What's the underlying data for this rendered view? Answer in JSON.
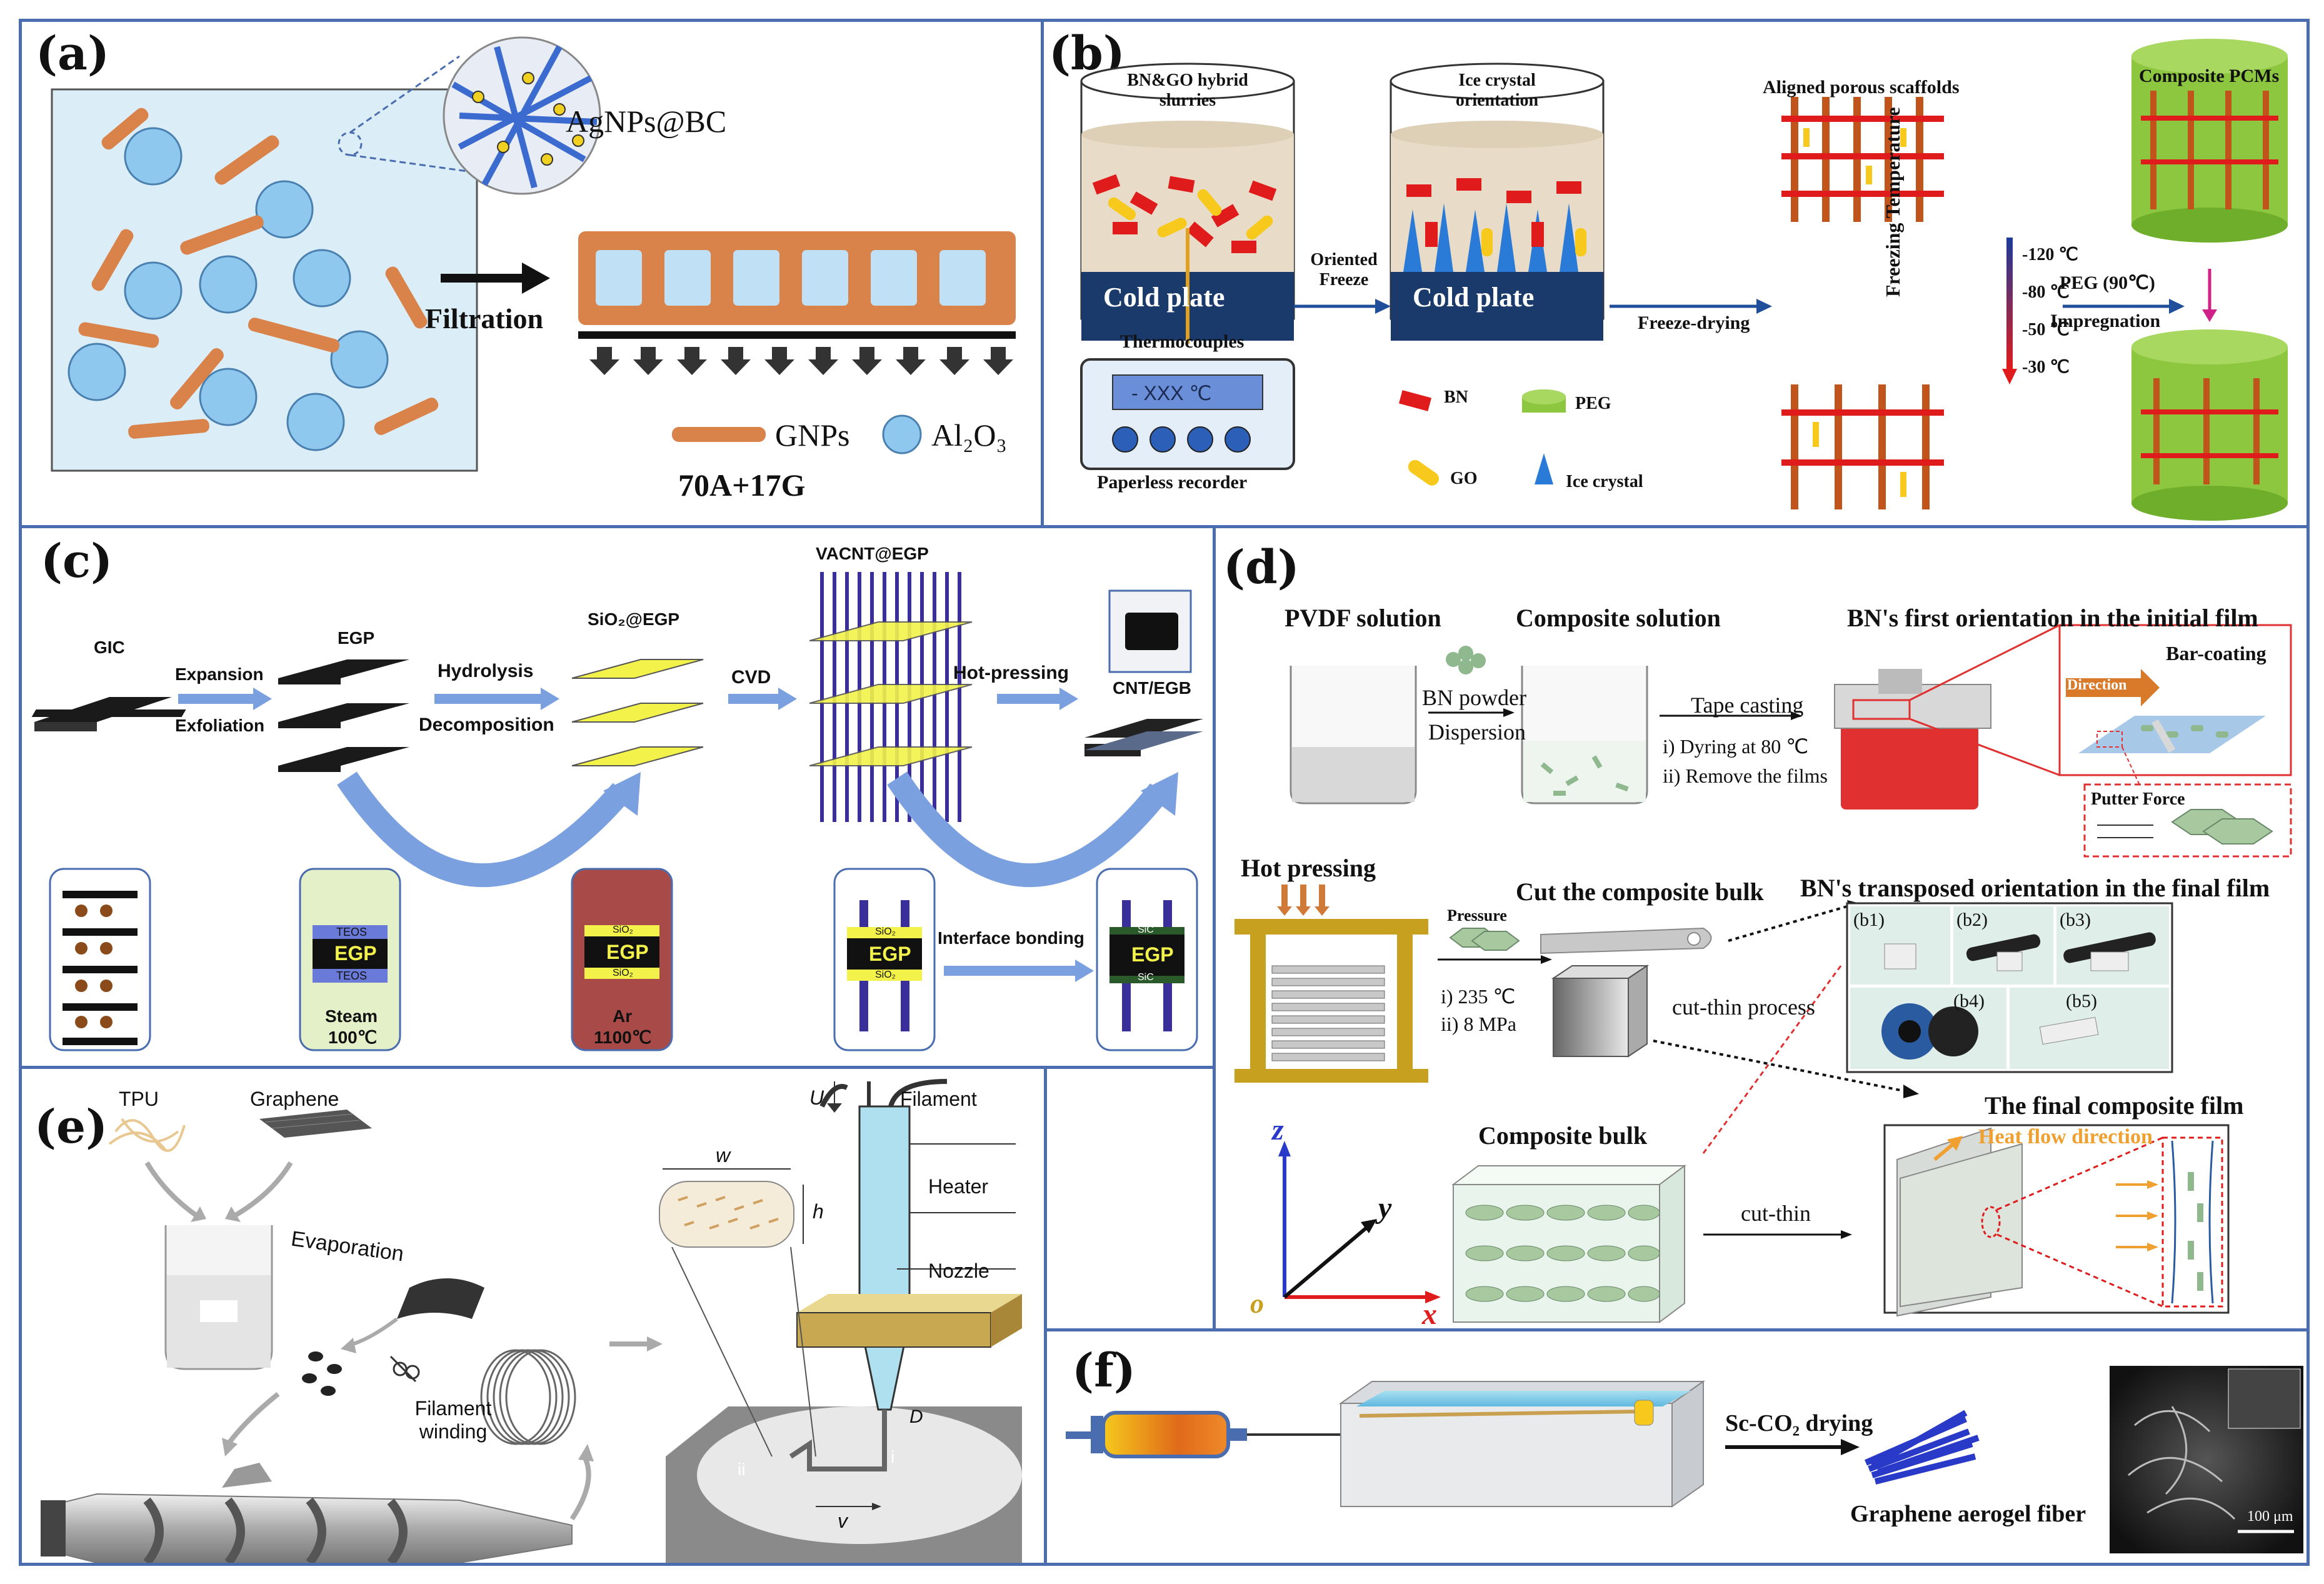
{
  "panels": {
    "a": {
      "label": "(a)",
      "agnps": "AgNPs@BC",
      "filtration": "Filtration",
      "gnps": "GNPs",
      "al2o3": "Al₂O₃",
      "ratio": "70A+17G"
    },
    "b": {
      "label": "(b)",
      "slurries": "BN&GO hybrid slurries",
      "ice_orient": "Ice crystal orientation",
      "cold_plate_1": "Cold plate",
      "cold_plate_2": "Cold plate",
      "oriented_freeze": "Oriented Freeze",
      "thermocouples": "Thermocouples",
      "display": "- XXX ℃",
      "recorder": "Paperless recorder",
      "legend_bn": "BN",
      "legend_go": "GO",
      "legend_peg": "PEG",
      "legend_ice": "Ice crystal",
      "freeze_drying": "Freeze-drying",
      "aligned": "Aligned porous scaffolds",
      "freezing_temp": "Freezing Temperature",
      "temps": [
        "-120 ℃",
        "-80 ℃",
        "-50 ℃",
        "-30 ℃"
      ],
      "peg90": "PEG (90℃)",
      "impregnation": "Impregnation",
      "composite_pcms": "Composite PCMs"
    },
    "c": {
      "label": "(c)",
      "gic": "GIC",
      "expansion": "Expansion",
      "exfoliation": "Exfoliation",
      "egp": "EGP",
      "hydrolysis": "Hydrolysis",
      "decomposition": "Decomposition",
      "sio2egp": "SiO₂@EGP",
      "cvd": "CVD",
      "vacnt": "VACNT@EGP",
      "hot_pressing": "Hot-pressing",
      "cnt_egb": "CNT/EGB",
      "teos": "TEOS",
      "egp_box": "EGP",
      "steam": "Steam",
      "steam_temp": "100℃",
      "sio2": "SiO₂",
      "ar": "Ar",
      "ar_temp": "1100℃",
      "sic": "SiC",
      "interface": "Interface bonding"
    },
    "d": {
      "label": "(d)",
      "pvdf": "PVDF solution",
      "composite_solution": "Composite solution",
      "first_orient": "BN's first orientation in the initial film",
      "bn_powder": "BN powder",
      "dispersion": "Dispersion",
      "tape_casting": "Tape casting",
      "drying": "i)  Dyring at 80 ℃",
      "remove": "ii) Remove the films",
      "direction": "Direction",
      "bar_coating": "Bar-coating",
      "putter": "Putter Force",
      "hot_pressing": "Hot pressing",
      "pressure": "Pressure",
      "cut_bulk": "Cut the composite bulk",
      "transposed": "BN's transposed orientation in the final film",
      "temp235": "i)  235 ℃",
      "mpa": "ii)  8 MPa",
      "cut_thin_process": "cut-thin process",
      "photos": [
        "(b1)",
        "(b2)",
        "(b3)",
        "(b4)",
        "(b5)"
      ],
      "composite_bulk": "Composite bulk",
      "final_film": "The final composite film",
      "heat_flow": "Heat flow direction",
      "cut_thin": "cut-thin",
      "axis_z": "z",
      "axis_y": "y",
      "axis_x": "x",
      "axis_o": "o"
    },
    "e": {
      "label": "(e)",
      "tpu": "TPU",
      "graphene": "Graphene",
      "evaporation": "Evaporation",
      "filament_winding": "Filament winding",
      "filament": "Filament",
      "heater": "Heater",
      "nozzle": "Nozzle",
      "u": "U",
      "w": "w",
      "h": "h",
      "d": "D",
      "v": "v",
      "i": "i",
      "ii": "ii"
    },
    "f": {
      "label": "(f)",
      "sc_co2": "Sc-CO₂ drying",
      "aerogel": "Graphene aerogel fiber",
      "scale": "100 μm"
    }
  },
  "colors": {
    "border": "#4a6db0",
    "arrow_blue": "#1f4e9a",
    "cold_plate": "#1a3a6b",
    "gnp_orange": "#d9824a",
    "al2o3_blue": "#8ec8ee",
    "peg_green": "#8dc63f",
    "bn_red": "#e01b1b",
    "go_yellow": "#f6c91c",
    "egp_black": "#1a1a1a",
    "sio2_yellow": "#f2f24a",
    "ar_red": "#a84a47",
    "steam_green": "#e4f0c8"
  }
}
